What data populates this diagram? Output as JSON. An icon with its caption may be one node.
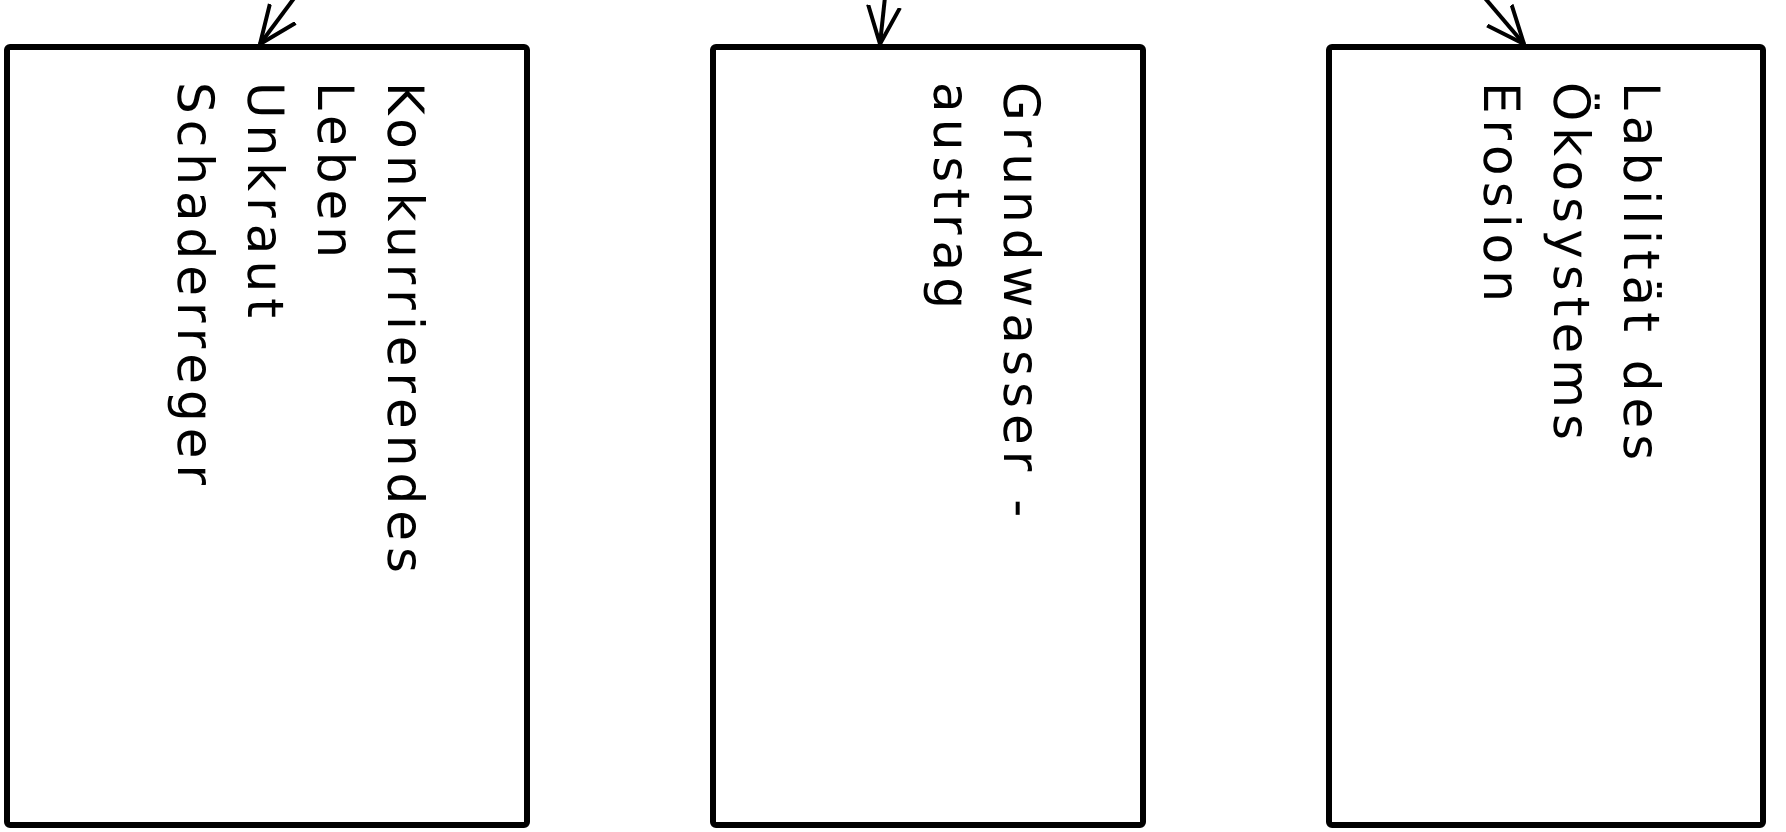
{
  "diagram": {
    "nodes": [
      {
        "text": [
          "Konkurrierendes Leben",
          "Unkraut",
          "Schaderreger"
        ]
      },
      {
        "text": [
          "Grundwasser - austrag"
        ]
      },
      {
        "text": [
          "Labilität des Ökosystems",
          "Erosion"
        ]
      }
    ],
    "edges": [
      {
        "from": null,
        "to": 0,
        "arrow": "to"
      },
      {
        "from": null,
        "to": 1,
        "arrow": "to"
      },
      {
        "from": null,
        "to": 2,
        "arrow": "to"
      }
    ]
  }
}
